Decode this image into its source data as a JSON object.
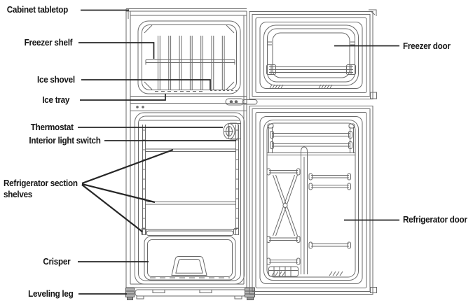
{
  "diagram": {
    "labels": {
      "cabinet_tabletop": "Cabinet tabletop",
      "freezer_shelf": "Freezer shelf",
      "ice_shovel": "Ice shovel",
      "ice_tray": "Ice tray",
      "thermostat": "Thermostat",
      "interior_light_switch": "Interior light switch",
      "refrigerator_section_shelves": "Refrigerator section shelves",
      "crisper": "Crisper",
      "leveling_leg": "Leveling leg",
      "freezer_door": "Freezer door",
      "refrigerator_door": "Refrigerator door"
    },
    "colors": {
      "line": "#6a6a6a",
      "leader": "#262626",
      "text": "#151515",
      "background": "#ffffff"
    }
  }
}
